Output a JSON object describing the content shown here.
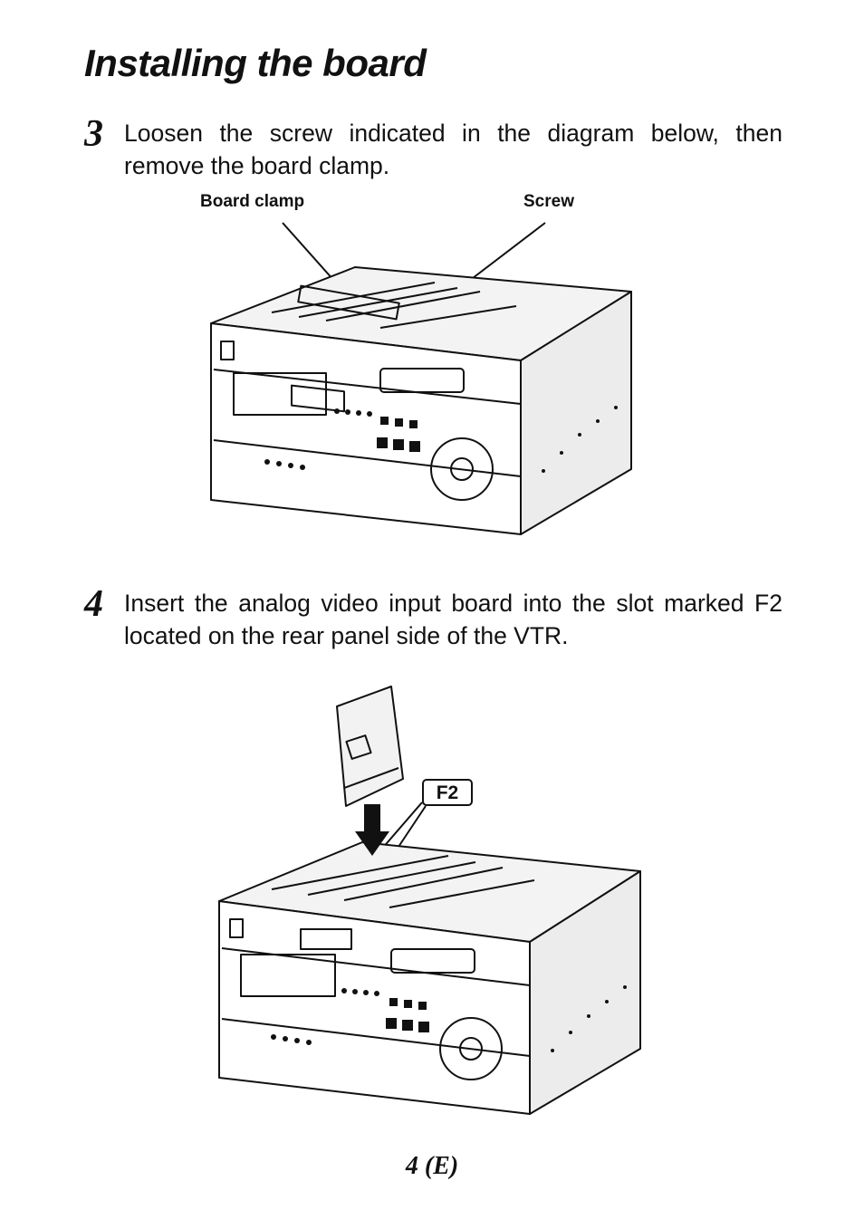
{
  "page": {
    "title": "Installing the board",
    "page_number": "4 (E)"
  },
  "steps": [
    {
      "number": "3",
      "text": "Loosen the screw indicated in the diagram below, then remove the board clamp."
    },
    {
      "number": "4",
      "text": "Insert the analog video input board into the slot marked F2 located on the rear panel side of the VTR."
    }
  ],
  "figure1": {
    "callouts": {
      "board_clamp": "Board clamp",
      "screw": "Screw"
    }
  },
  "figure2": {
    "callouts": {
      "slot": "F2"
    }
  }
}
